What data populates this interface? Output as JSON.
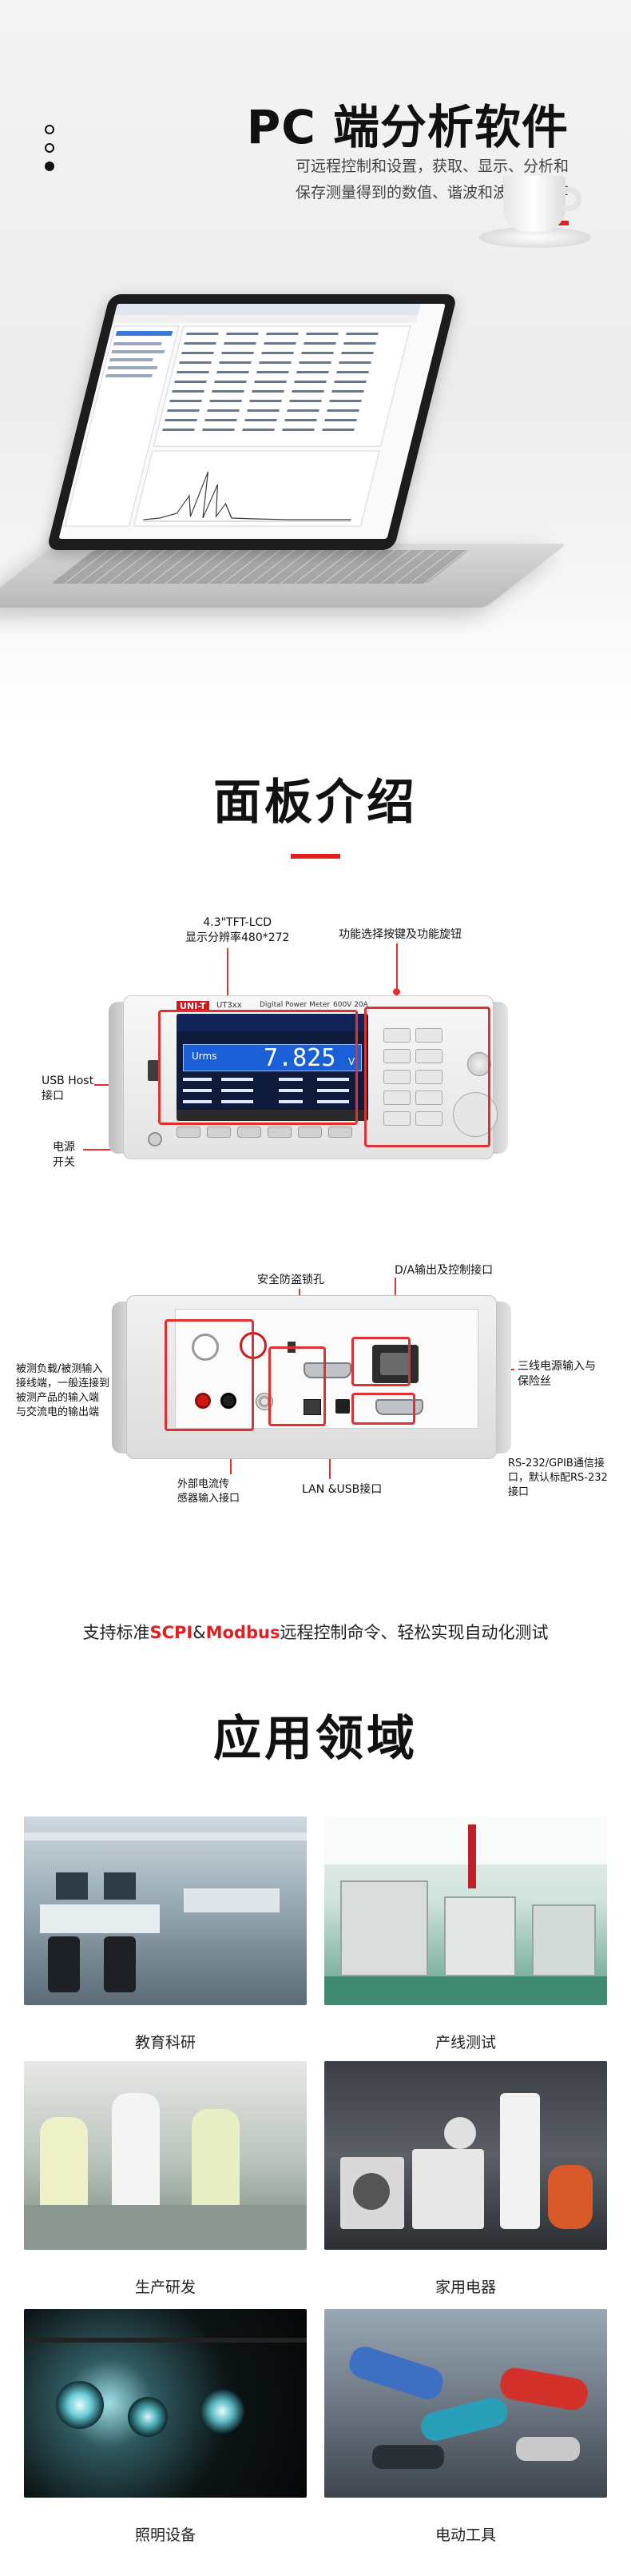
{
  "section_pc": {
    "title": "PC 端分析软件",
    "desc_line1": "可远程控制和设置，获取、显示、分析和",
    "desc_line2": "保存测量得到的数值、谐波和波形数据等"
  },
  "section_panel": {
    "title": "面板介绍",
    "front": {
      "lcd_label_line1": "4.3\"TFT-LCD",
      "lcd_label_line2": "显示分辨率480*272",
      "keys_label": "功能选择按键及功能旋钮",
      "usb_label_line1": "USB Host",
      "usb_label_line2": "接口",
      "power_label_line1": "电源",
      "power_label_line2": "开关",
      "brand": "UNI-T",
      "model": "UT3xx",
      "device_name": "Digital Power Meter",
      "spec": "600V 20A",
      "screen_param": "Urms",
      "screen_value": "7.825",
      "screen_unit": "V"
    },
    "rear": {
      "lock_label": "安全防盗锁孔",
      "da_label": "D/A输出及控制接口",
      "input_label_line1": "被测负载/被测输入",
      "input_label_line2": "接线端，一般连接到",
      "input_label_line3": "被测产品的输入端",
      "input_label_line4": "与交流电的输出端",
      "power_in_label_line1": "三线电源输入与",
      "power_in_label_line2": "保险丝",
      "sensor_label_line1": "外部电流传",
      "sensor_label_line2": "感器输入接口",
      "lan_label": "LAN &USB接口",
      "rs232_label_line1": "RS-232/GPIB通信接",
      "rs232_label_line2": "口，默认标配RS-232",
      "rs232_label_line3": "接口"
    },
    "scpi_pre": "支持标准",
    "scpi_hl1": "SCPI",
    "scpi_amp": "&",
    "scpi_hl2": "Modbus",
    "scpi_post": "远程控制命令、轻松实现自动化测试"
  },
  "section_apps": {
    "title": "应用领域",
    "items": [
      {
        "label": "教育科研"
      },
      {
        "label": "产线测试"
      },
      {
        "label": "生产研发"
      },
      {
        "label": "家用电器"
      },
      {
        "label": "照明设备"
      },
      {
        "label": "电动工具"
      }
    ]
  },
  "colors": {
    "accent": "#e02020",
    "annotation": "#e03030",
    "text": "#111111"
  }
}
